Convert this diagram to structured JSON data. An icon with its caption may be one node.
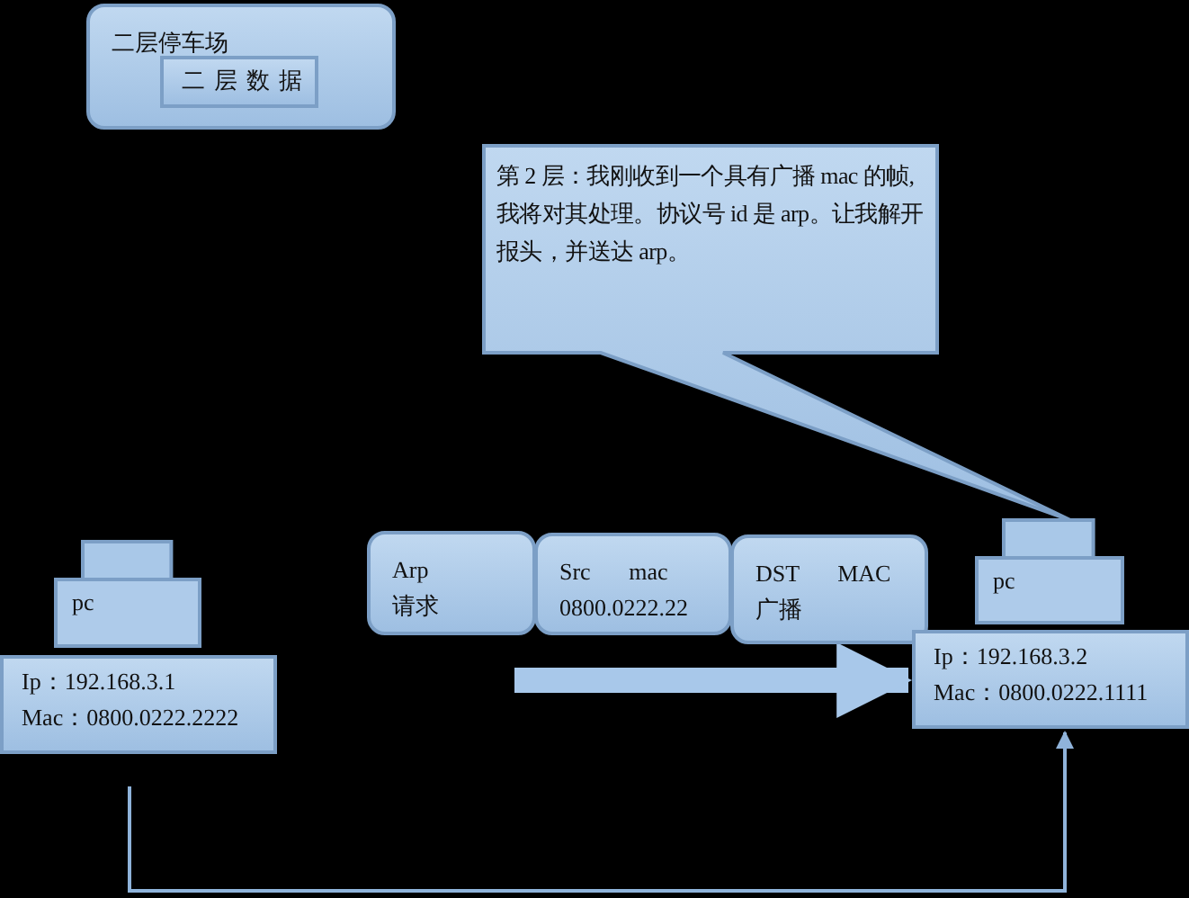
{
  "diagram": {
    "nodes": [
      {
        "text": [
          "二层停车场"
        ]
      },
      {
        "text": [
          "二层数据"
        ],
        "in": 0
      },
      {
        "text": [
          "第 2 层：我刚收到一个具有广播 mac 的帧,我将对其处理。协议号 id 是 arp。让我解开报头，并送达 arp。"
        ]
      },
      {
        "text": [
          "pc"
        ]
      },
      {
        "text": [
          "Ip：192.168.3.1",
          "Mac：0800.0222.2222"
        ]
      },
      {
        "text": [
          "Arp",
          "请求"
        ]
      },
      {
        "text": [
          "Src mac",
          "0800.0222.22"
        ]
      },
      {
        "text": [
          "DST MAC",
          "广播"
        ]
      },
      {
        "text": [
          "pc"
        ]
      },
      {
        "text": [
          "Ip：192.168.3.2",
          "Mac：0800.0222.1111"
        ]
      }
    ],
    "edges": [
      {
        "from": null,
        "to": 9,
        "arrow": "to",
        "style": "thick"
      },
      {
        "from": 4,
        "to": 9,
        "arrow": "to"
      }
    ]
  }
}
